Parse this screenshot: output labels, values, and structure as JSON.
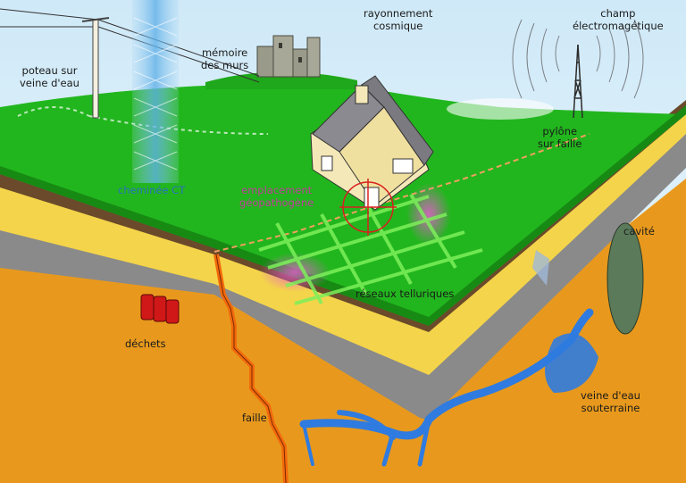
{
  "labels": {
    "poteau_line1": "poteau sur",
    "poteau_line2": "veine d'eau",
    "memoire_line1": "mémoire",
    "memoire_line2": "des murs",
    "rayonnement_line1": "rayonnement",
    "rayonnement_line2": "cosmique",
    "champ_line1": "champ",
    "champ_line2": "électromagétique",
    "pylone_line1": "pylône",
    "pylone_line2": "sur faille",
    "cheminee": "cheminée CT",
    "emplacement_line1": "emplacement",
    "emplacement_line2": "géopathogène",
    "cavite": "cavité",
    "reseaux": "réseaux telluriques",
    "dechets": "déchets",
    "faille": "faille",
    "veine_line1": "veine d'eau",
    "veine_line2": "souterraine"
  },
  "colors": {
    "sky": "#d8eefa",
    "grass": "#22b61e",
    "soil": "#e8991d",
    "sand": "#f6d54a",
    "rock": "#8c8c8c",
    "water": "#2f7be0",
    "fault": "#f26a0c",
    "network": "#7df05a",
    "pathogenic": "#e85ad0",
    "barrels": "#d01818"
  },
  "icons": [
    "power-pole-icon",
    "castle-icon",
    "pylon-icon",
    "house-icon",
    "barrels-icon"
  ]
}
